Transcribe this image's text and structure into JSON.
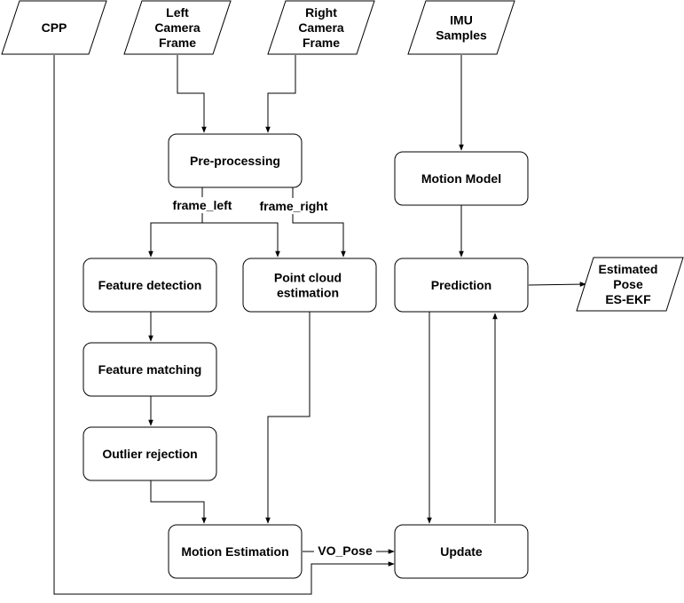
{
  "diagram": {
    "nodes": {
      "cpp": {
        "lines": [
          "CPP"
        ]
      },
      "left_camera": {
        "lines": [
          "Left",
          "Camera",
          "Frame"
        ]
      },
      "right_camera": {
        "lines": [
          "Right",
          "Camera",
          "Frame"
        ]
      },
      "imu": {
        "lines": [
          "IMU",
          "Samples"
        ]
      },
      "preprocessing": {
        "lines": [
          "Pre-processing"
        ]
      },
      "motion_model": {
        "lines": [
          "Motion Model"
        ]
      },
      "feature_detection": {
        "lines": [
          "Feature detection"
        ]
      },
      "point_cloud": {
        "lines": [
          "Point cloud",
          "estimation"
        ]
      },
      "prediction": {
        "lines": [
          "Prediction"
        ]
      },
      "estimated_pose": {
        "lines": [
          "Estimated",
          "Pose",
          "ES-EKF"
        ]
      },
      "feature_matching": {
        "lines": [
          "Feature matching"
        ]
      },
      "outlier_rejection": {
        "lines": [
          "Outlier rejection"
        ]
      },
      "motion_estimation": {
        "lines": [
          "Motion Estimation"
        ]
      },
      "update": {
        "lines": [
          "Update"
        ]
      }
    },
    "edge_labels": {
      "frame_left": "frame_left",
      "frame_right": "frame_right",
      "vo_pose": "VO_Pose"
    }
  }
}
